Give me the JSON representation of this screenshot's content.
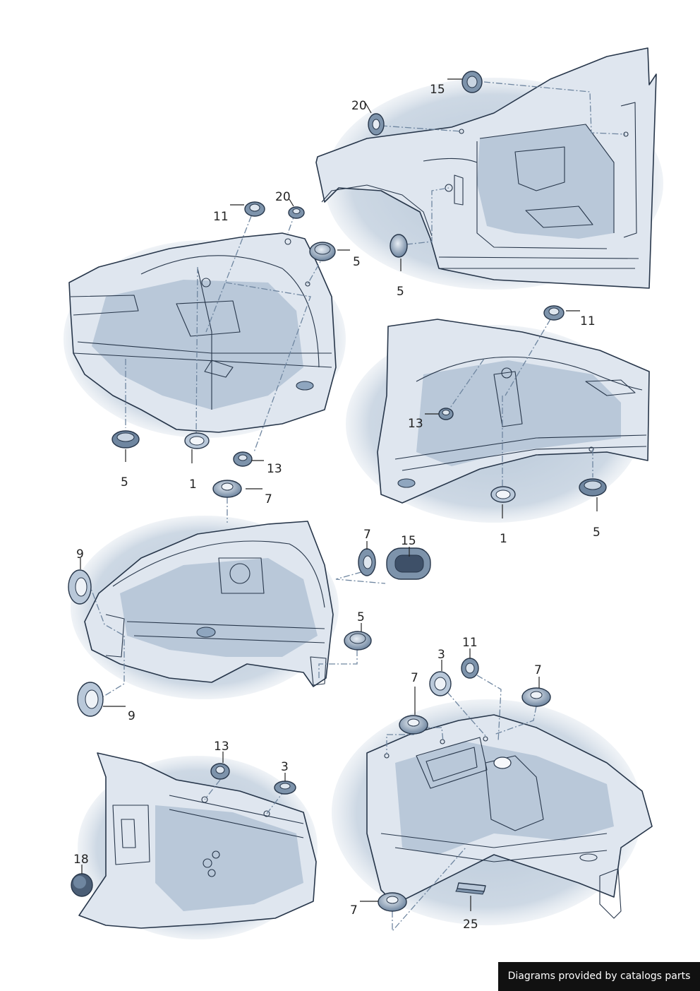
{
  "credit": "Diagrams provided by catalogs parts",
  "callouts": [
    {
      "id": "c15a",
      "text": "15"
    },
    {
      "id": "c20a",
      "text": "20"
    },
    {
      "id": "c11a",
      "text": "11"
    },
    {
      "id": "c20b",
      "text": "20"
    },
    {
      "id": "c5a",
      "text": "5"
    },
    {
      "id": "c5b",
      "text": "5"
    },
    {
      "id": "c5c",
      "text": "5"
    },
    {
      "id": "c1a",
      "text": "1"
    },
    {
      "id": "c13a",
      "text": "13"
    },
    {
      "id": "c11b",
      "text": "11"
    },
    {
      "id": "c13b",
      "text": "13"
    },
    {
      "id": "c1b",
      "text": "1"
    },
    {
      "id": "c5d",
      "text": "5"
    },
    {
      "id": "c7a",
      "text": "7"
    },
    {
      "id": "c9a",
      "text": "9"
    },
    {
      "id": "c7b",
      "text": "7"
    },
    {
      "id": "c15b",
      "text": "15"
    },
    {
      "id": "c5e",
      "text": "5"
    },
    {
      "id": "c9b",
      "text": "9"
    },
    {
      "id": "c11c",
      "text": "11"
    },
    {
      "id": "c3a",
      "text": "3"
    },
    {
      "id": "c7c",
      "text": "7"
    },
    {
      "id": "c7d",
      "text": "7"
    },
    {
      "id": "c13c",
      "text": "13"
    },
    {
      "id": "c3b",
      "text": "3"
    },
    {
      "id": "c18",
      "text": "18"
    },
    {
      "id": "c7e",
      "text": "7"
    },
    {
      "id": "c25",
      "text": "25"
    }
  ]
}
